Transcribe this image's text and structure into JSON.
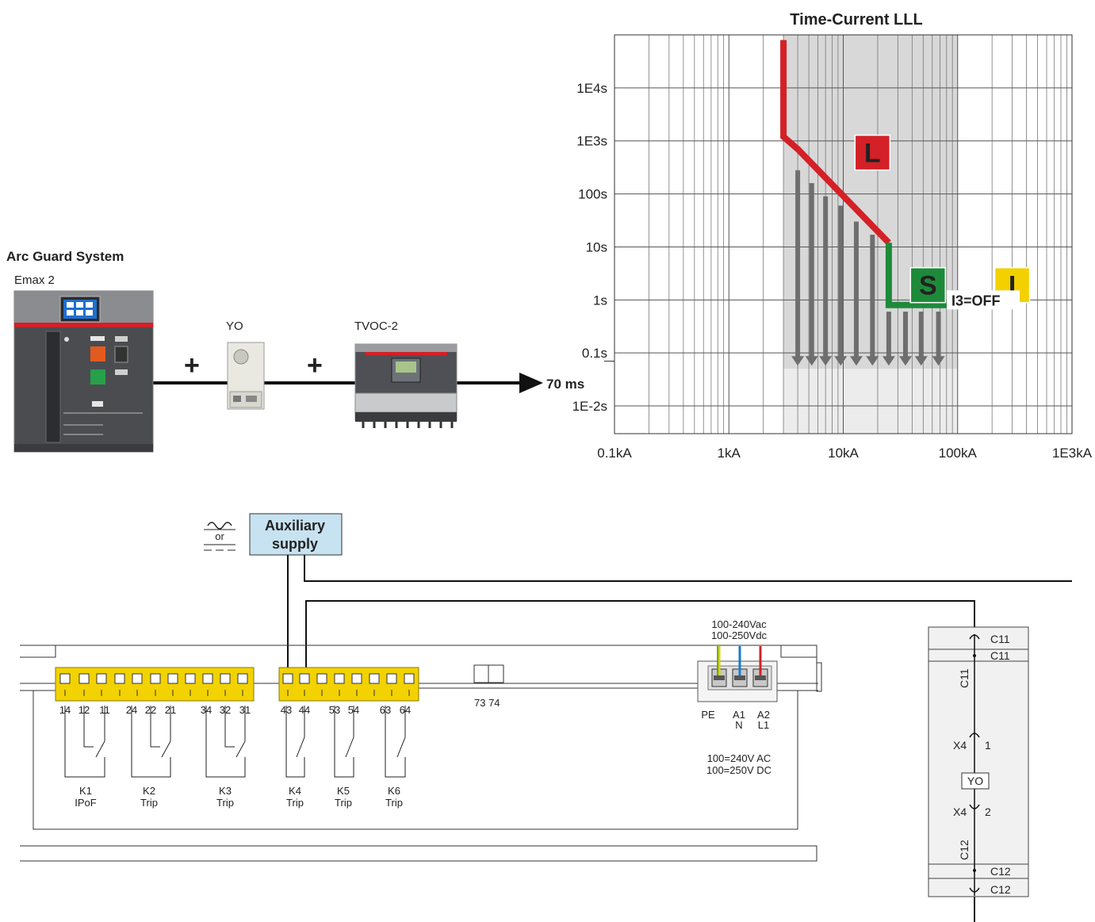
{
  "system": {
    "title": "Arc Guard System",
    "breaker": "Emax 2",
    "plus": "+",
    "yo": "YO",
    "tvoc": "TVOC-2",
    "arrow_value": "70 ms"
  },
  "chart_data": {
    "type": "line",
    "title": "Time-Current LLL",
    "xscale": "log",
    "yscale": "log",
    "xlim": [
      0.1,
      1000
    ],
    "ylim": [
      0.003,
      100000
    ],
    "x_ticks": [
      {
        "v": 0.1,
        "label": "0.1kA"
      },
      {
        "v": 1,
        "label": "1kA"
      },
      {
        "v": 10,
        "label": "10kA"
      },
      {
        "v": 100,
        "label": "100kA"
      },
      {
        "v": 1000,
        "label": "1E3kA"
      }
    ],
    "y_ticks": [
      {
        "v": 0.01,
        "label": "1E-2s"
      },
      {
        "v": 0.1,
        "label": "0.1s"
      },
      {
        "v": 1,
        "label": "1s"
      },
      {
        "v": 10,
        "label": "10s"
      },
      {
        "v": 100,
        "label": "100s"
      },
      {
        "v": 1000,
        "label": "1E3s"
      },
      {
        "v": 10000,
        "label": "1E4s"
      }
    ],
    "marker_70ms": {
      "v": 0.07,
      "label": "70 ms"
    },
    "grid": true,
    "shaded_band": {
      "x": [
        3,
        100
      ],
      "color": "#d8d8d8"
    },
    "series": [
      {
        "name": "L",
        "color": "#d42027",
        "x": [
          3,
          3,
          4,
          25
        ],
        "y": [
          80000,
          1200,
          700,
          12
        ]
      },
      {
        "name": "S",
        "color": "#1d8a3a",
        "x": [
          25,
          25,
          80
        ],
        "y": [
          12,
          0.8,
          0.8
        ]
      }
    ],
    "arrows": [
      {
        "x": 4,
        "from": 280
      },
      {
        "x": 5.3,
        "from": 160
      },
      {
        "x": 7,
        "from": 90
      },
      {
        "x": 9.5,
        "from": 60
      },
      {
        "x": 13,
        "from": 30
      },
      {
        "x": 18,
        "from": 17
      },
      {
        "x": 25,
        "from": 0.6
      },
      {
        "x": 35,
        "from": 0.6
      },
      {
        "x": 48,
        "from": 0.6
      },
      {
        "x": 68,
        "from": 0.6
      }
    ],
    "badges": [
      {
        "name": "L",
        "color": "#d42027",
        "text_color": "#ffffff"
      },
      {
        "name": "S",
        "color": "#1d8a3a",
        "text_color": "#ffffff"
      },
      {
        "name": "I",
        "color": "#f3d000",
        "text_color": "#111111"
      }
    ],
    "annotation": "I3=OFF"
  },
  "wiring": {
    "supply_label_1": "Auxiliary",
    "supply_label_2": "supply",
    "supply_or": "or",
    "voltage_ac": "100-240Vac",
    "voltage_dc": "100-250Vdc",
    "power_terminals": [
      {
        "top": "PE",
        "bottom": ""
      },
      {
        "top": "A1",
        "bottom": "N"
      },
      {
        "top": "A2",
        "bottom": "L1"
      }
    ],
    "power_note_1": "100=240V AC",
    "power_note_2": "100=250V DC",
    "terminals_a": [
      "14",
      "12",
      "11",
      "24",
      "22",
      "21",
      "34",
      "32",
      "31"
    ],
    "terminals_b": [
      "43",
      "44",
      "53",
      "54",
      "63",
      "64"
    ],
    "terminals_c": "73 74",
    "relays": [
      {
        "name": "K1",
        "func": "IPoF"
      },
      {
        "name": "K2",
        "func": "Trip"
      },
      {
        "name": "K3",
        "func": "Trip"
      },
      {
        "name": "K4",
        "func": "Trip"
      },
      {
        "name": "K5",
        "func": "Trip"
      },
      {
        "name": "K6",
        "func": "Trip"
      }
    ],
    "yo_panel": {
      "c11_top": "C11",
      "c11_mid": "C11",
      "c11_vert": "C11",
      "x4_1": "X4",
      "pin_1": "1",
      "yo": "YO",
      "x4_2": "X4",
      "pin_2": "2",
      "c12_vert": "C12",
      "c12_mid": "C12",
      "c12_bot": "C12"
    }
  }
}
